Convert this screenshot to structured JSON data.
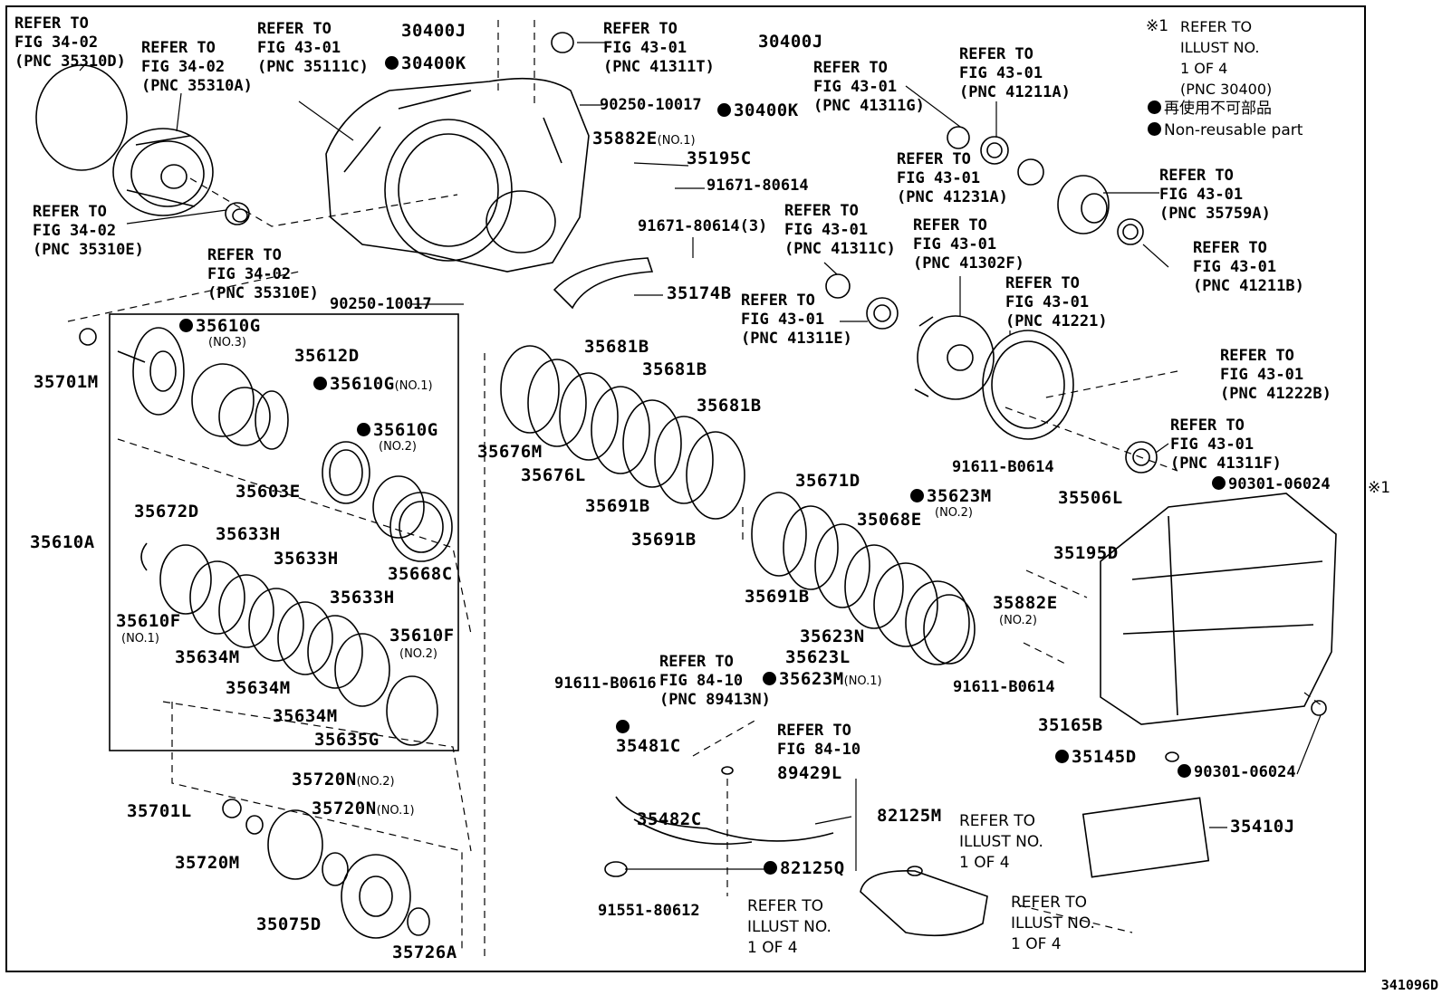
{
  "figure_code": "341096D",
  "note": {
    "mark": "※1",
    "refer": "REFER TO\nILLUST NO.\n1 OF 4\n(PNC 30400)",
    "legend_jp": "再使用不可部品",
    "legend_en": "Non-reusable part",
    "side_mark": "※1"
  },
  "references": {
    "r35310D": "REFER TO\nFIG 34-02\n(PNC 35310D)",
    "r35310A": "REFER TO\nFIG 34-02\n(PNC 35310A)",
    "r35111C": "REFER TO\nFIG 43-01\n(PNC 35111C)",
    "r41311T": "REFER TO\nFIG 43-01\n(PNC 41311T)",
    "r41311G": "REFER TO\nFIG 43-01\n(PNC 41311G)",
    "r41211A": "REFER TO\nFIG 43-01\n(PNC 41211A)",
    "r41231A": "REFER TO\nFIG 43-01\n(PNC 41231A)",
    "r35759A": "REFER TO\nFIG 43-01\n(PNC 35759A)",
    "r41211B": "REFER TO\nFIG 43-01\n(PNC 41211B)",
    "r35310E_a": "REFER TO\nFIG 34-02\n(PNC 35310E)",
    "r35310E_b": "REFER TO\nFIG 34-02\n(PNC 35310E)",
    "r41311C": "REFER TO\nFIG 43-01\n(PNC 41311C)",
    "r41302F": "REFER TO\nFIG 43-01\n(PNC 41302F)",
    "r41221": "REFER TO\nFIG 43-01\n(PNC 41221)",
    "r41311E": "REFER TO\nFIG 43-01\n(PNC 41311E)",
    "r41222B": "REFER TO\nFIG 43-01\n(PNC 41222B)",
    "r41311F": "REFER TO\nFIG 43-01\n(PNC 41311F)",
    "r89413N": "REFER TO\nFIG 84-10\n(PNC 89413N)",
    "r8410": "REFER TO\nFIG 84-10",
    "r_illust_a": "REFER TO\nILLUST NO.\n1 OF 4",
    "r_illust_b": "REFER TO\nILLUST NO.\n1 OF 4",
    "r_illust_c": "REFER TO\nILLUST NO.\n1 OF 4"
  },
  "parts": {
    "p30400J_a": "30400J",
    "p30400K_a": "30400K",
    "p30400J_b": "30400J",
    "p30400K_b": "30400K",
    "p90250_a": "90250-10017",
    "p90250_b": "90250-10017",
    "p35882E_1": "35882E",
    "p35195C": "35195C",
    "p91671_a": "91671-80614",
    "p91671_b": "91671-80614(3)",
    "p35174B": "35174B",
    "p35701M": "35701M",
    "p35610G_3": "35610G",
    "p35612D": "35612D",
    "p35610G_1": "35610G",
    "p35610G_2": "35610G",
    "p35603E": "35603E",
    "p35610A": "35610A",
    "p35672D": "35672D",
    "p35633H_a": "35633H",
    "p35633H_b": "35633H",
    "p35633H_c": "35633H",
    "p35668C": "35668C",
    "p35610F_1": "35610F",
    "p35610F_2": "35610F",
    "p35634M_a": "35634M",
    "p35634M_b": "35634M",
    "p35634M_c": "35634M",
    "p35635G": "35635G",
    "p35681B_a": "35681B",
    "p35681B_b": "35681B",
    "p35681B_c": "35681B",
    "p35676M": "35676M",
    "p35676L": "35676L",
    "p35691B_a": "35691B",
    "p35691B_b": "35691B",
    "p35691B_c": "35691B",
    "p35671D": "35671D",
    "p35623M_2": "35623M",
    "p35068E": "35068E",
    "p35623N": "35623N",
    "p35623L": "35623L",
    "p35623M_1": "35623M",
    "p91611_B0614_a": "91611-B0614",
    "p91611_B0614_b": "91611-B0614",
    "p35506L": "35506L",
    "p90301_a": "90301-06024",
    "p90301_b": "90301-06024",
    "p35195D": "35195D",
    "p35882E_2": "35882E",
    "p35165B": "35165B",
    "p35145D": "35145D",
    "p91611_B0616": "91611-B0616",
    "p35481C": "35481C",
    "p89429L": "89429L",
    "p82125M": "82125M",
    "p35482C": "35482C",
    "p82125Q": "82125Q",
    "p91551": "91551-80612",
    "p35410J": "35410J",
    "p35701L": "35701L",
    "p35720N_2": "35720N",
    "p35720N_1": "35720N",
    "p35720M": "35720M",
    "p35075D": "35075D",
    "p35726A": "35726A"
  },
  "suffixes": {
    "no1": "(NO.1)",
    "no2": "(NO.2)",
    "no3": "(NO.3)"
  }
}
